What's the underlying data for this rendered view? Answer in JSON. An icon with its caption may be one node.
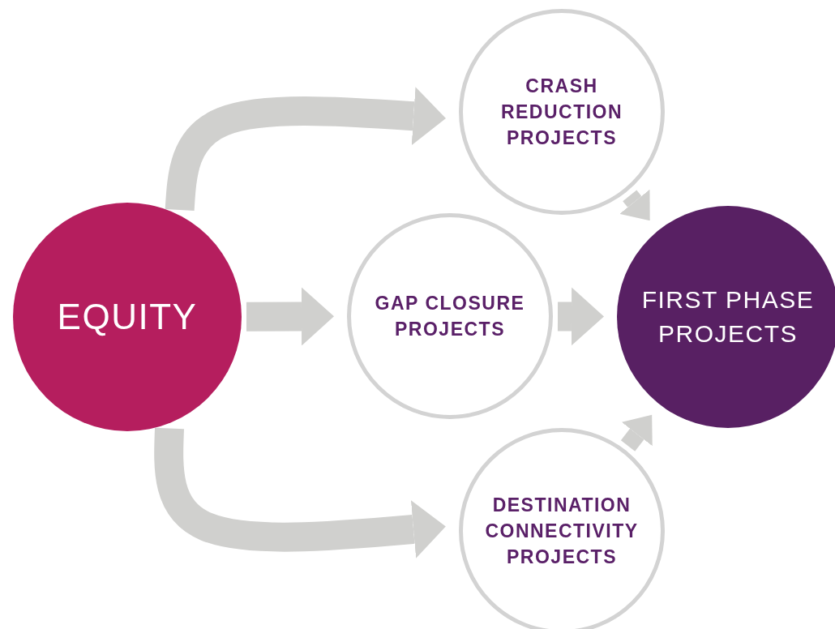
{
  "diagram": {
    "nodes": [
      {
        "text": [
          "EQUITY"
        ]
      },
      {
        "text": [
          "CRASH REDUCTION PROJECTS"
        ]
      },
      {
        "text": [
          "GAP CLOSURE PROJECTS"
        ]
      },
      {
        "text": [
          "DESTINATION CONNECTIVITY PROJECTS"
        ]
      },
      {
        "text": [
          "FIRST PHASE PROJECTS"
        ]
      }
    ],
    "edges": [
      {
        "from": 0,
        "to": 1,
        "arrow": "to"
      },
      {
        "from": 0,
        "to": 2,
        "arrow": "to"
      },
      {
        "from": 0,
        "to": 3,
        "arrow": "to"
      },
      {
        "from": 1,
        "to": 4,
        "arrow": "to"
      },
      {
        "from": 2,
        "to": 4,
        "arrow": "to"
      },
      {
        "from": 3,
        "to": 4,
        "arrow": "to"
      }
    ]
  }
}
